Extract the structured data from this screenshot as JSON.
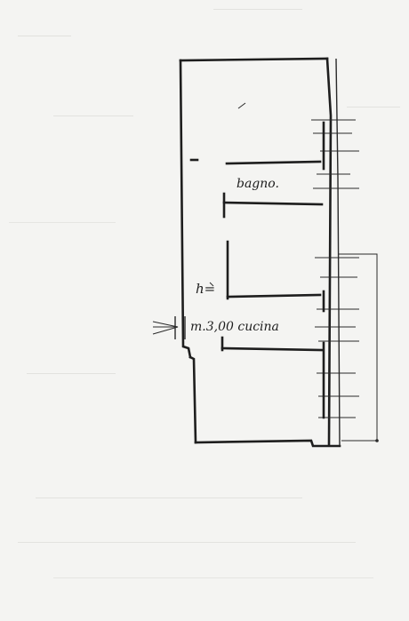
{
  "plan": {
    "rooms": [
      {
        "id": "bagno",
        "label": "bagno."
      },
      {
        "id": "cucina",
        "label": "m.3,00 cucina"
      }
    ],
    "hallway_label": "h="
  }
}
